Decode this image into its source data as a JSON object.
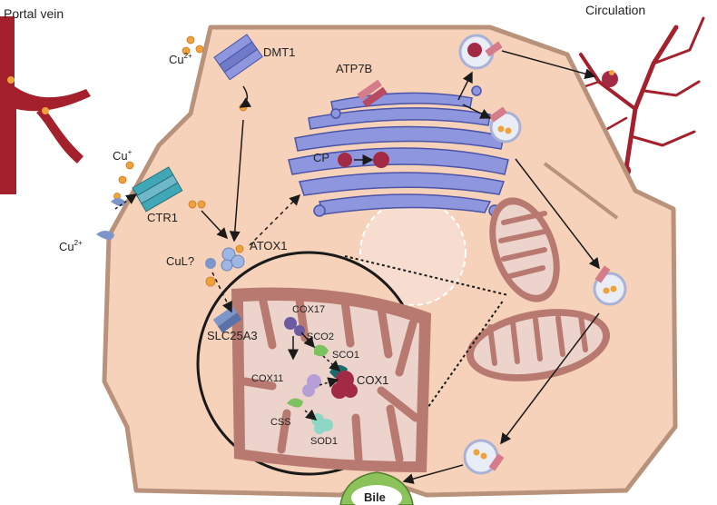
{
  "labels": {
    "portal_vein": "Portal vein",
    "circulation": "Circulation",
    "dmt1": "DMT1",
    "cu2_top": "Cu",
    "cu2_top_sup": "2+",
    "cu_plus": "Cu",
    "cu_plus_sup": "+",
    "cu2_left": "Cu",
    "cu2_left_sup": "2+",
    "ctr1": "CTR1",
    "atp7b": "ATP7B",
    "cp": "CP",
    "cul": "CuL?",
    "atox1": "ATOX1",
    "slc25a3": "SLC25A3",
    "cox17": "COX17",
    "sco2": "SCO2",
    "sco1": "SCO1",
    "cox11": "COX11",
    "cox1": "COX1",
    "css": "CSS",
    "sod1": "SOD1",
    "bile": "Bile"
  },
  "colors": {
    "cell_fill": "#f6d2ba",
    "cell_border": "#b9927b",
    "vessel": "#a3202c",
    "copper": "#f0a23a",
    "golgi": "#8e97dd",
    "mito_outer": "#b87a70",
    "mito_inner": "#ecd4cc",
    "bile_green": "#8cc25a"
  }
}
